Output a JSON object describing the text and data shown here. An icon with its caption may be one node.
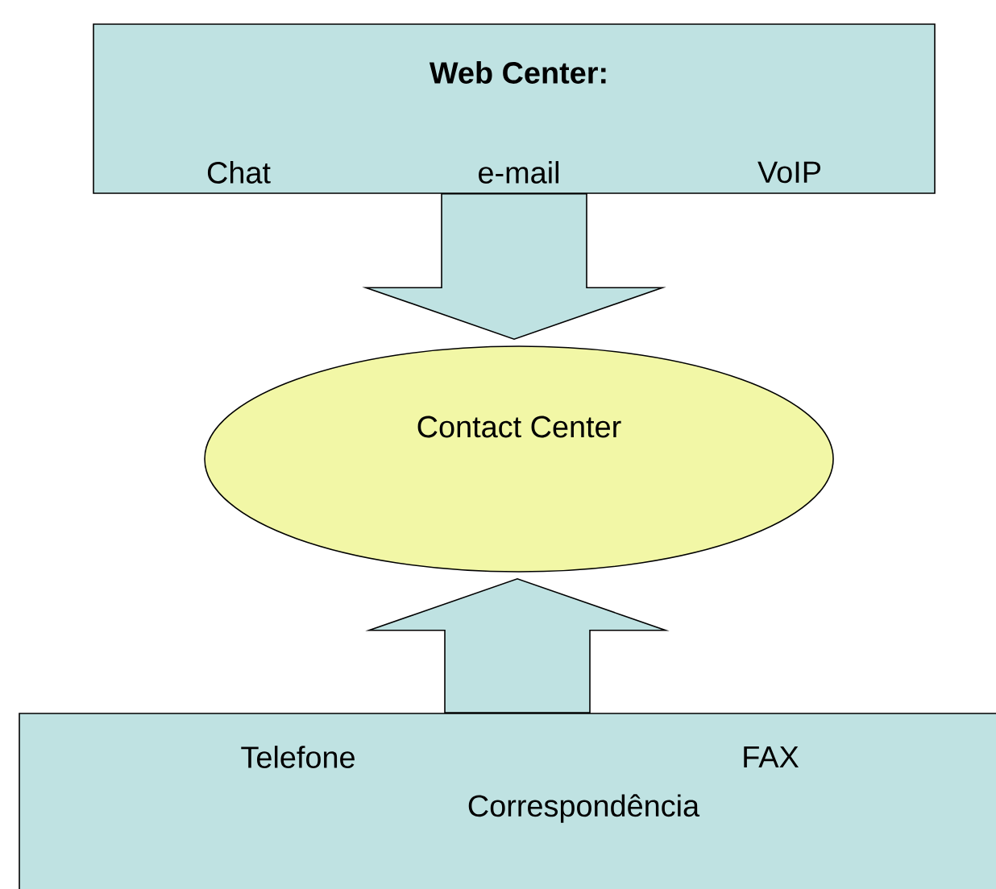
{
  "diagram": {
    "nodes": [
      {
        "text": [
          "Web Center:",
          "Chat",
          "e-mail",
          "VoIP"
        ]
      },
      {
        "text": [
          "Contact Center"
        ]
      },
      {
        "text": [
          "Telefone",
          "FAX",
          "Correspondência"
        ]
      }
    ],
    "edges": [
      {
        "from": 0,
        "to": 1,
        "arrow": "to"
      },
      {
        "from": 2,
        "to": 1,
        "arrow": "to"
      }
    ]
  }
}
